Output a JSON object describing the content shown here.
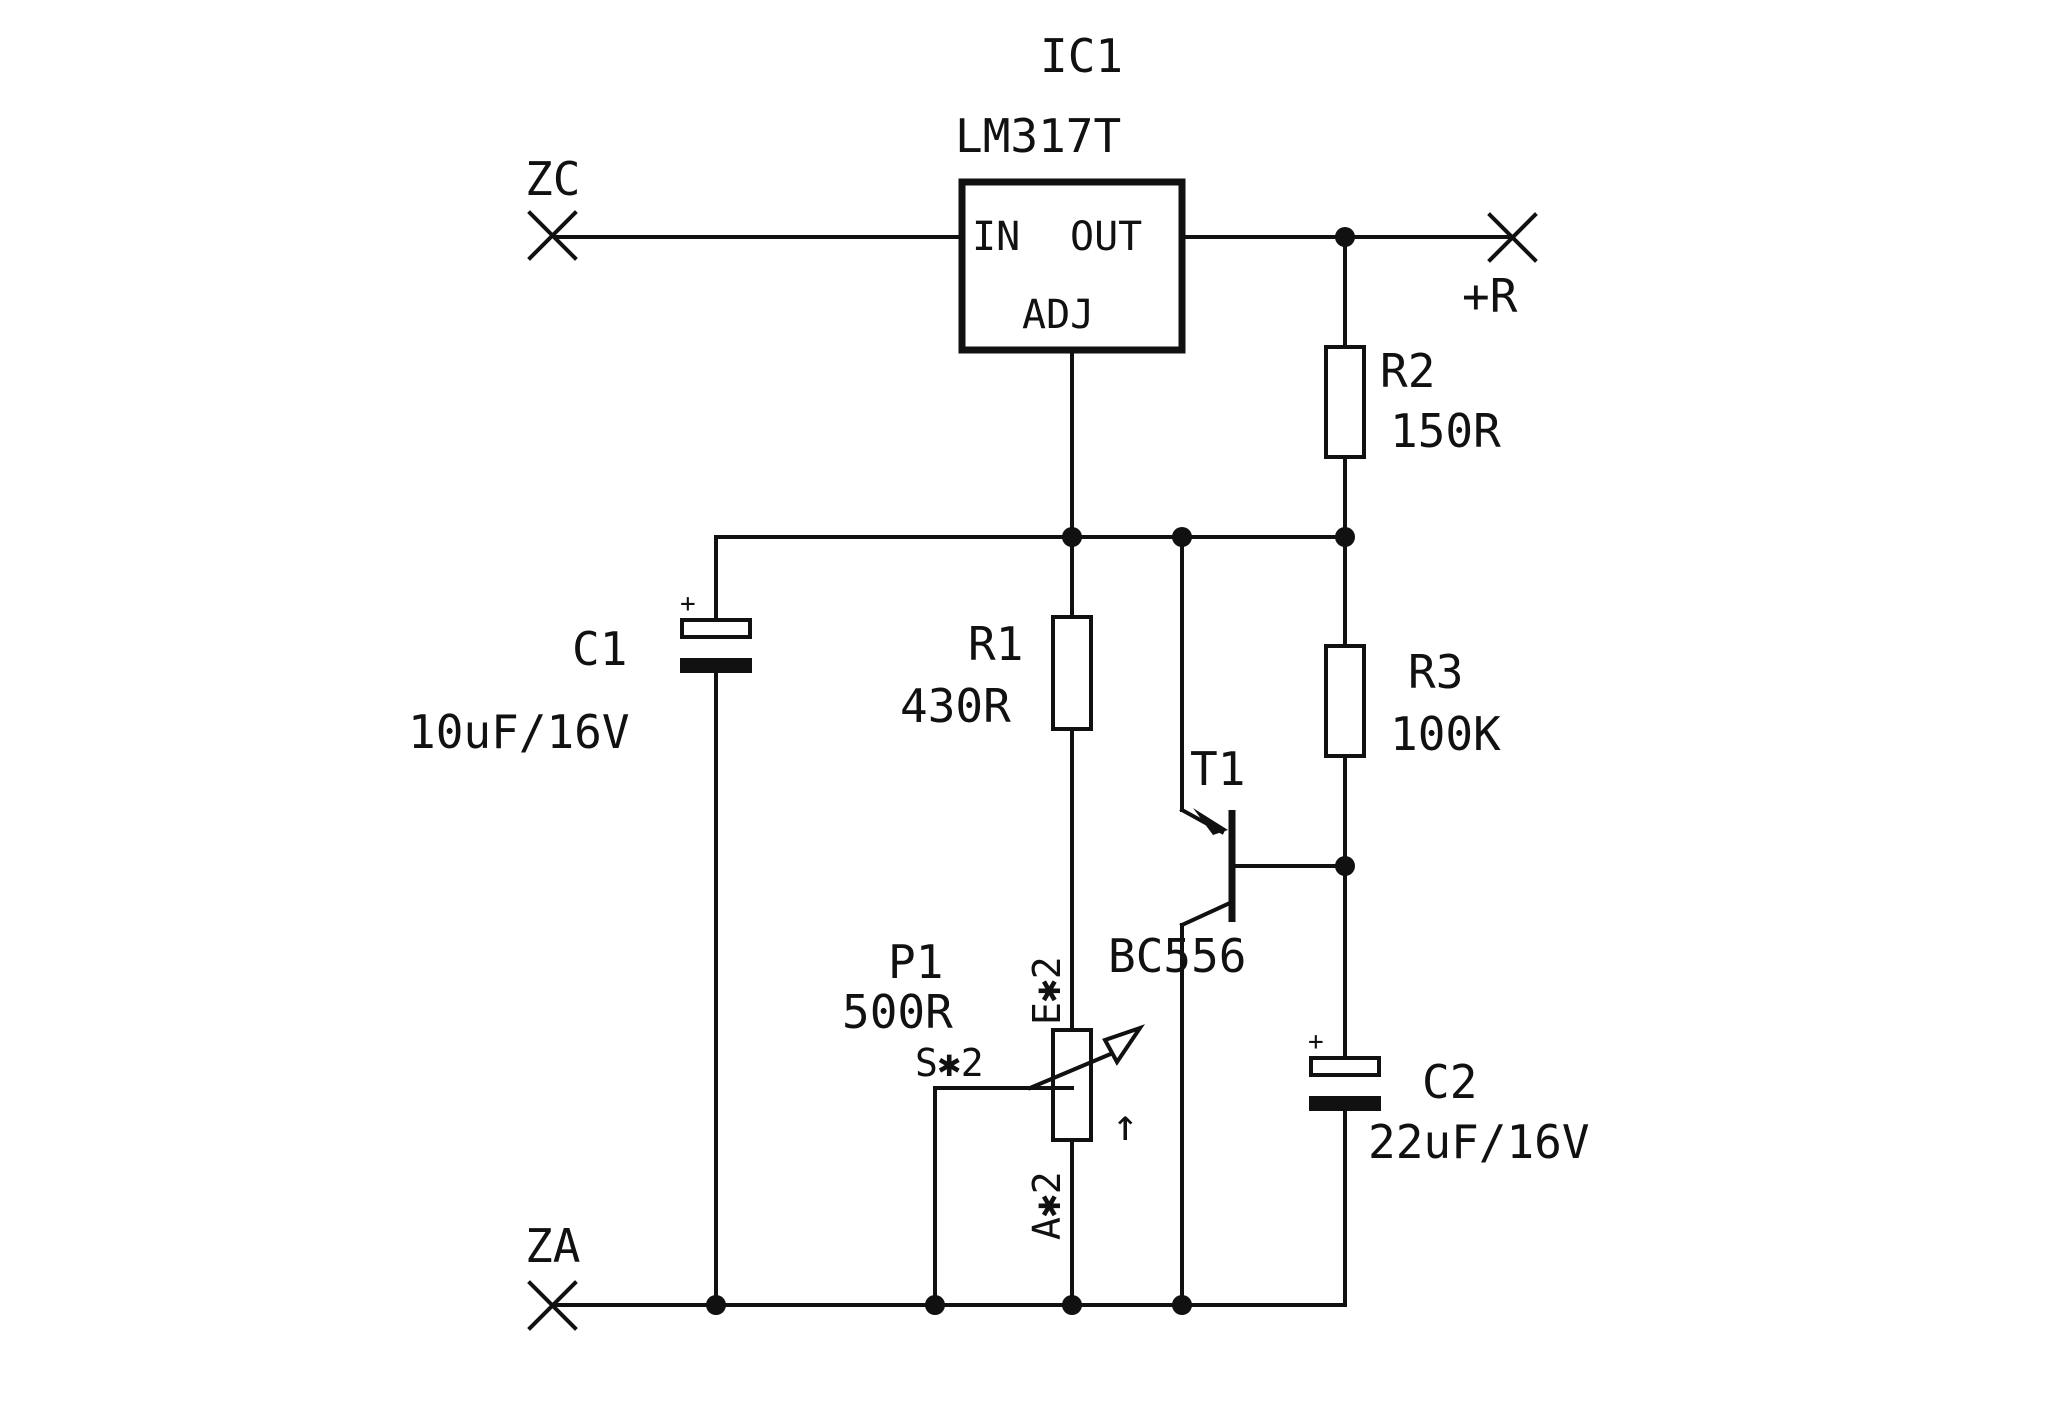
{
  "ic1": {
    "ref": "IC1",
    "part": "LM317T",
    "pin_in": "IN",
    "pin_out": "OUT",
    "pin_adj": "ADJ"
  },
  "terminals": {
    "zc": "ZC",
    "za": "ZA",
    "plus_r": "+R"
  },
  "r1": {
    "ref": "R1",
    "value": "430R"
  },
  "r2": {
    "ref": "R2",
    "value": "150R"
  },
  "r3": {
    "ref": "R3",
    "value": "100K"
  },
  "c1": {
    "ref": "C1",
    "value": "10uF/16V",
    "polarity": "+"
  },
  "c2": {
    "ref": "C2",
    "value": "22uF/16V",
    "polarity": "+"
  },
  "t1": {
    "ref": "T1",
    "part": "BC556"
  },
  "p1": {
    "ref": "P1",
    "value": "500R",
    "pin_e": "E✱2",
    "pin_s": "S✱2",
    "pin_a": "A✱2",
    "adjust_arrow": "↑"
  }
}
